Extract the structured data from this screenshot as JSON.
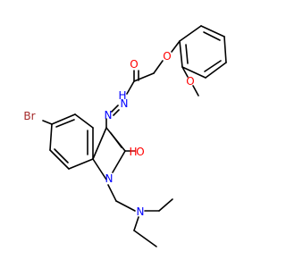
{
  "colors": {
    "bond": "#000000",
    "carbon": "#000000",
    "oxygen": "#ff0000",
    "nitrogen": "#0000ff",
    "bromine": "#a52a2a",
    "background": "#ffffff"
  },
  "atoms": {
    "br": "Br",
    "o_enol": "O",
    "h_enol": "H",
    "n_ring": "N",
    "n_amine": "N",
    "n_hydrazone_1": "N",
    "n_hydrazone_2": "N",
    "h_amide": "H",
    "o_carbonyl": "O",
    "o_ether": "O",
    "o_methoxy": "O"
  }
}
